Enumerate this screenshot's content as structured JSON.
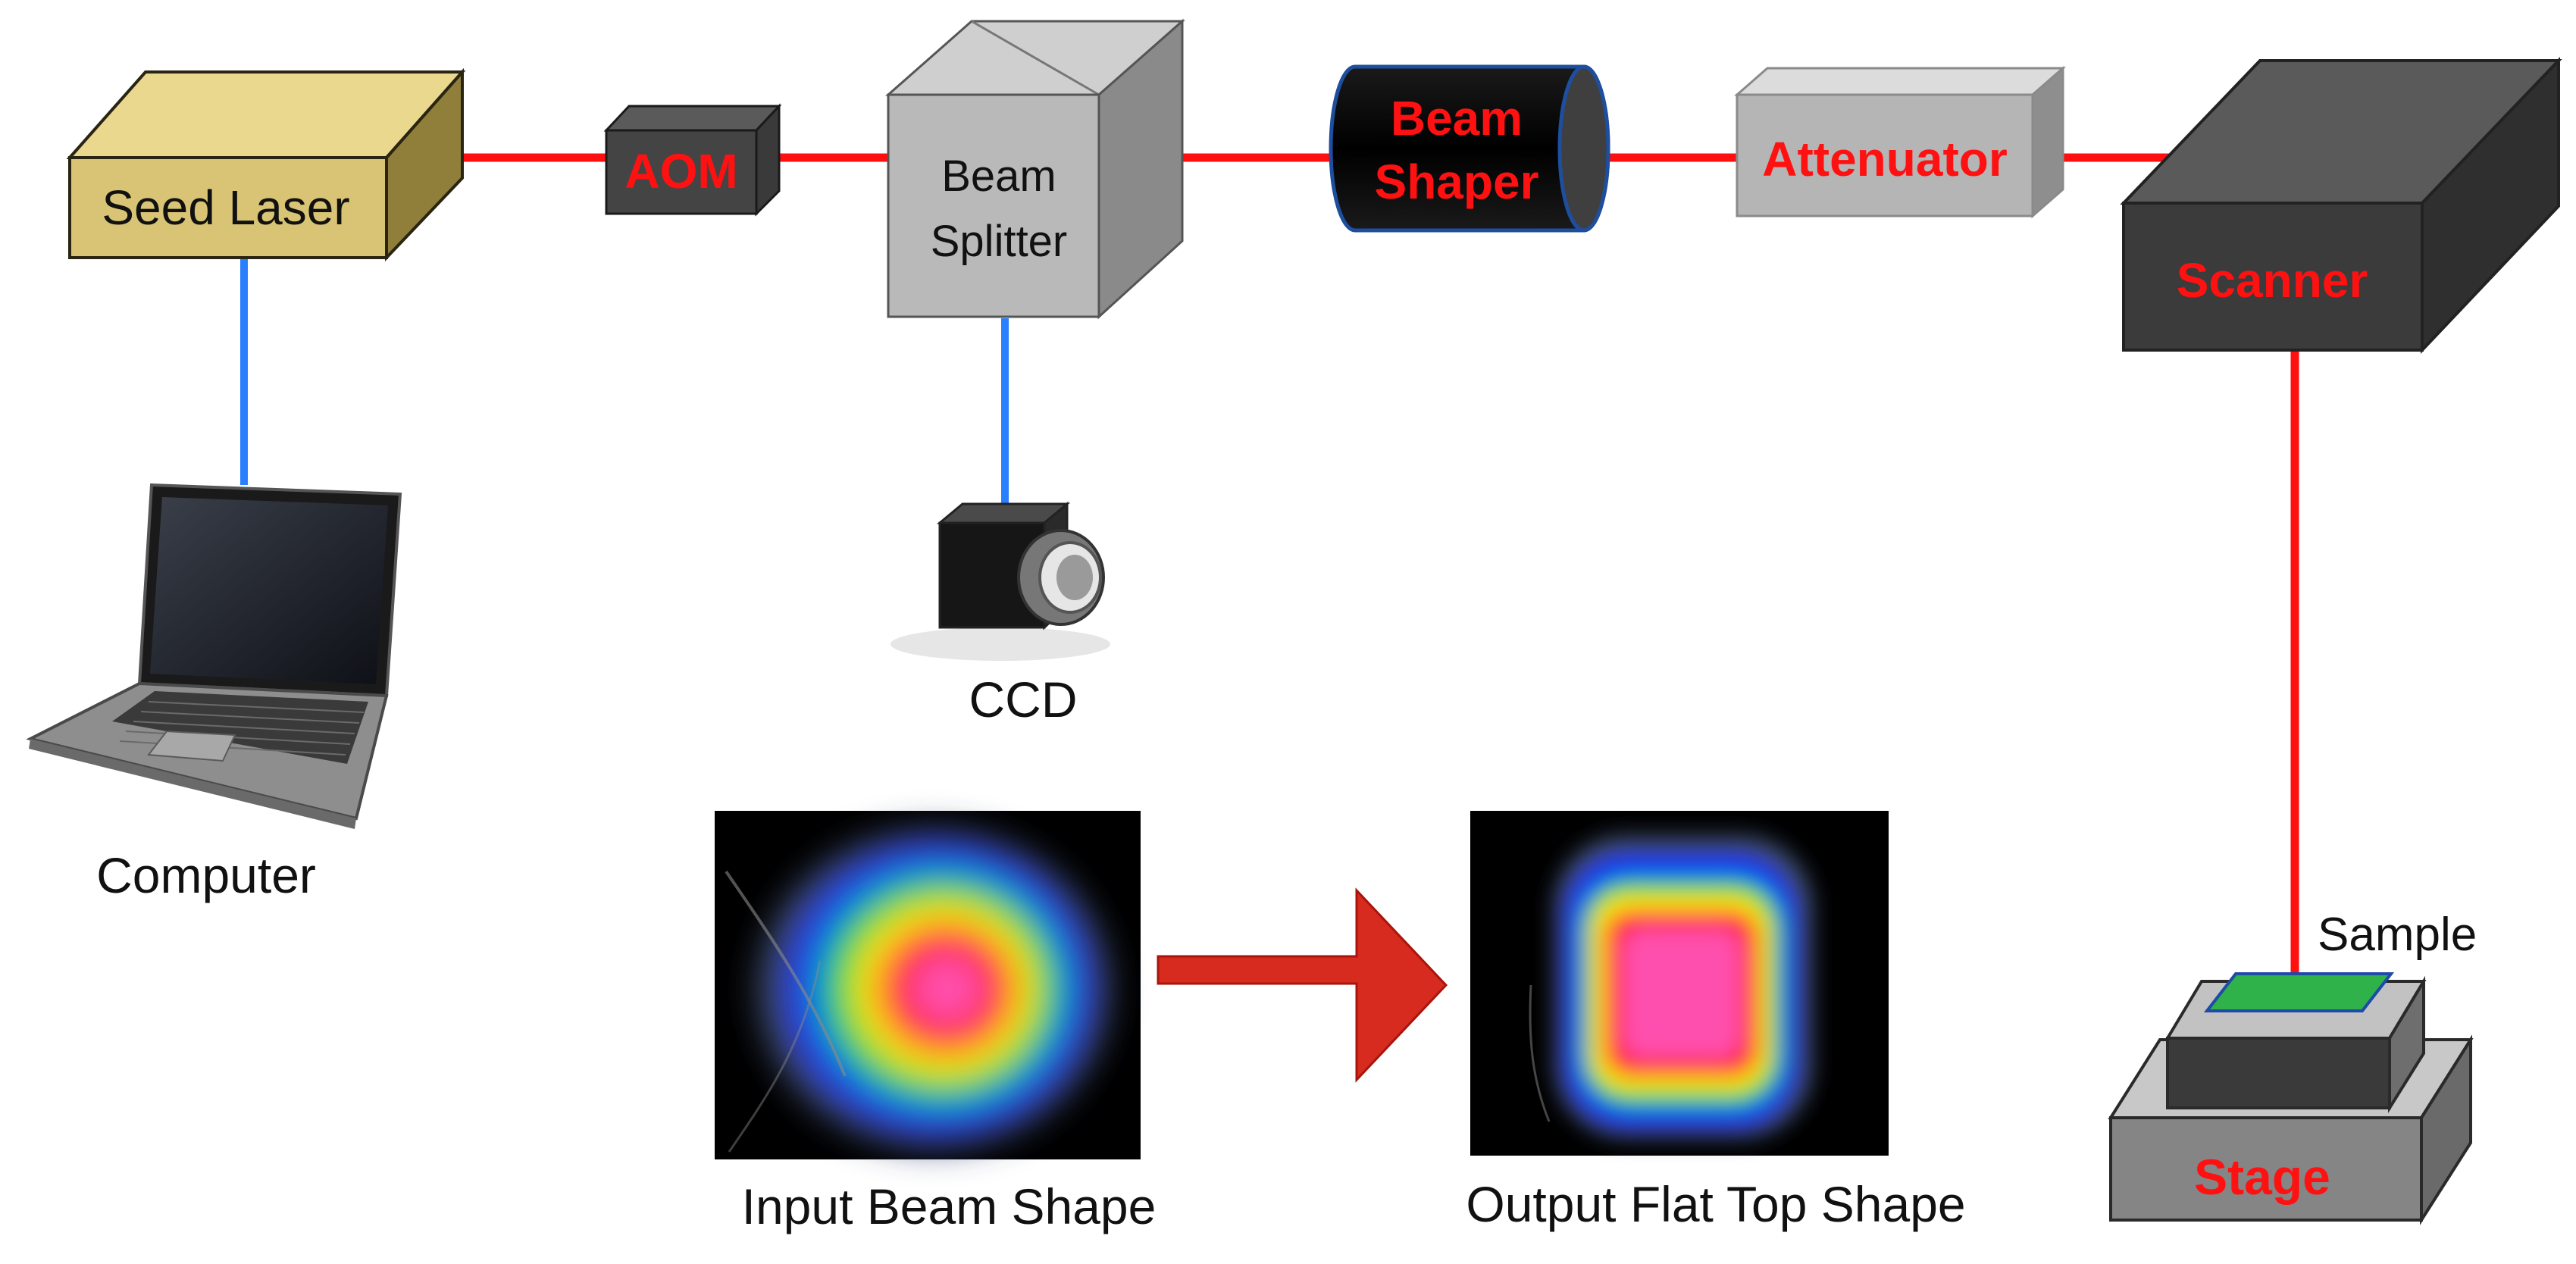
{
  "components": {
    "seed_laser": "Seed Laser",
    "aom": "AOM",
    "beam_splitter_line1": "Beam",
    "beam_splitter_line2": "Splitter",
    "beam_shaper_line1": "Beam",
    "beam_shaper_line2": "Shaper",
    "attenuator": "Attenuator",
    "scanner": "Scanner",
    "ccd": "CCD",
    "computer": "Computer",
    "sample": "Sample",
    "stage": "Stage"
  },
  "beam_profiles": {
    "input_label": "Input Beam Shape",
    "output_label": "Output Flat Top Shape"
  },
  "colors": {
    "laser_beam": "#ff1a1a",
    "data_link": "#2a7fff",
    "seed_laser_box": "#d8c474",
    "label_red": "#ff1111",
    "transform_arrow": "#d62b1e"
  }
}
